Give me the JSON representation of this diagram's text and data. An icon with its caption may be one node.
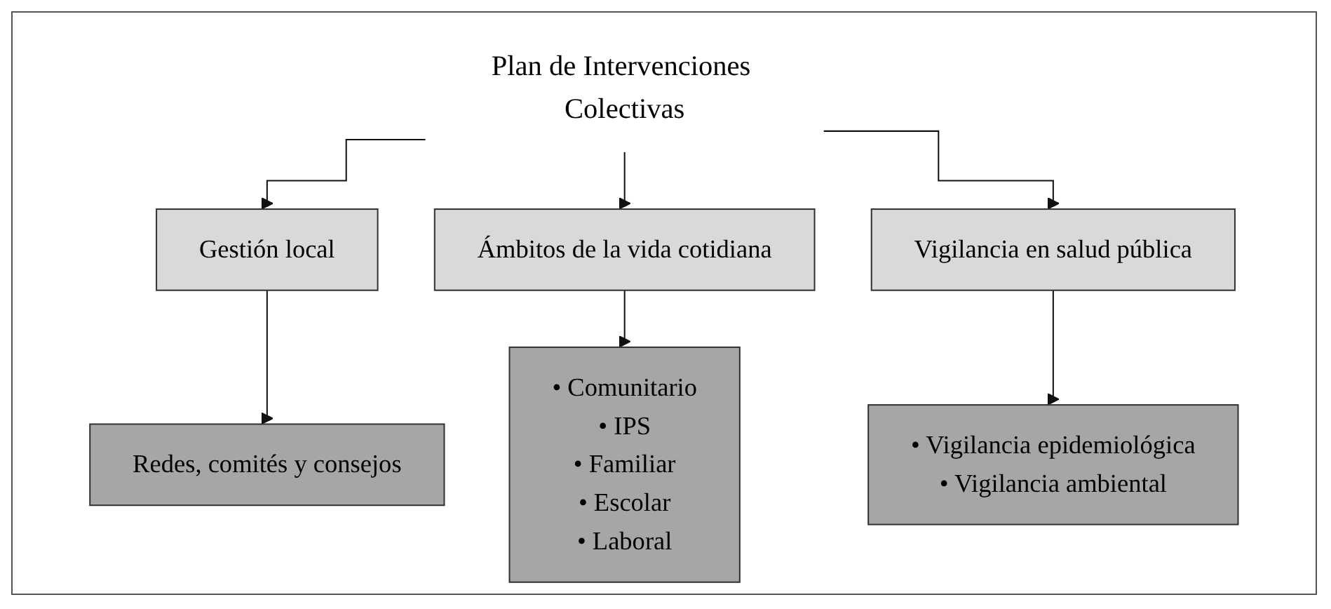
{
  "diagram": {
    "nodes": [
      {
        "text": [
          "Plan de Intervenciones Colectivas"
        ]
      },
      {
        "text": [
          "Gestión local"
        ]
      },
      {
        "text": [
          "Ámbitos de la vida cotidiana"
        ]
      },
      {
        "text": [
          "Vigilancia en salud pública"
        ]
      },
      {
        "text": [
          "Redes, comités y consejos"
        ]
      },
      {
        "text": [
          "• Comunitario",
          "• IPS",
          "• Familiar",
          "• Escolar",
          "• Laboral"
        ]
      },
      {
        "text": [
          "• Vigilancia epidemiológica",
          "• Vigilancia ambiental"
        ]
      }
    ],
    "edges": [
      {
        "from": 0,
        "to": 1,
        "arrow": "to"
      },
      {
        "from": 0,
        "to": 2,
        "arrow": "to"
      },
      {
        "from": 0,
        "to": 3,
        "arrow": "to"
      },
      {
        "from": 1,
        "to": 4,
        "arrow": "to"
      },
      {
        "from": 2,
        "to": 5,
        "arrow": "to"
      },
      {
        "from": 3,
        "to": 6,
        "arrow": "to"
      }
    ]
  }
}
